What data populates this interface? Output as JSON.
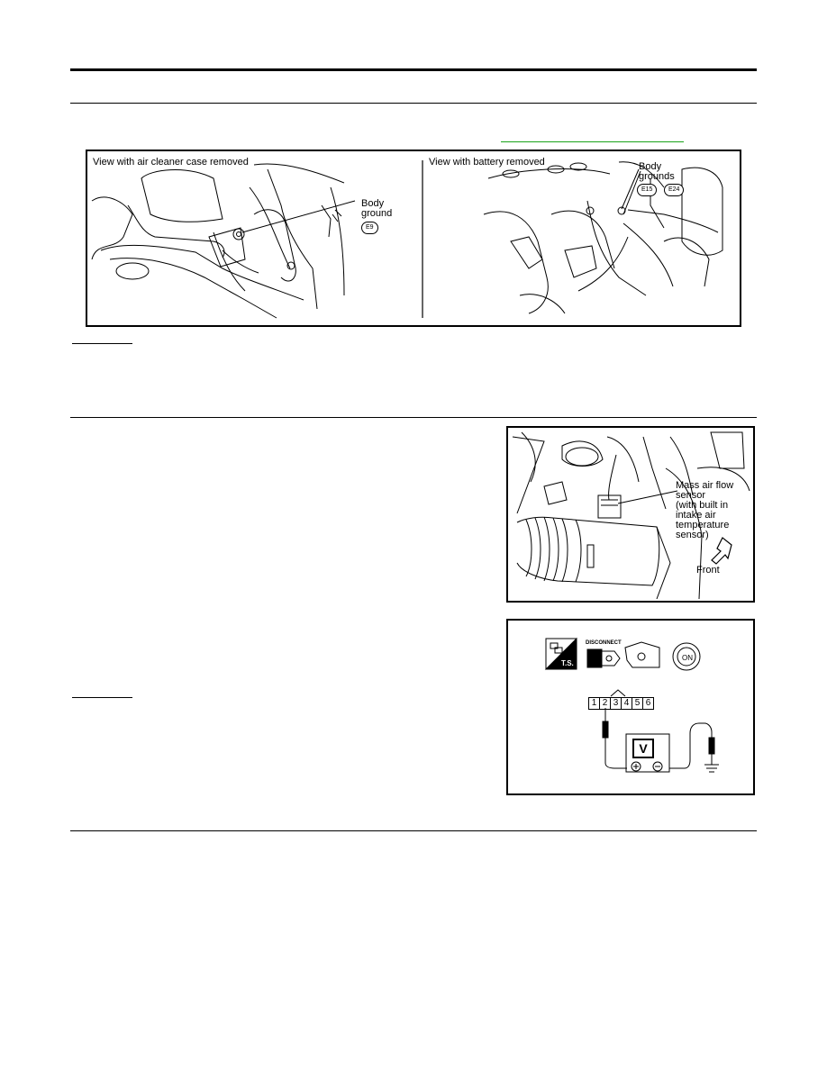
{
  "figure1": {
    "left_caption": "View with air cleaner case removed",
    "left_label_line1": "Body",
    "left_label_line2": "ground",
    "left_connector": "E9",
    "right_caption": "View with battery removed",
    "right_label_line1": "Body",
    "right_label_line2": "grounds",
    "right_connector_1": "E15",
    "right_connector_2": "E24"
  },
  "figure2": {
    "label_line1": "Mass air flow",
    "label_line2": "sensor",
    "label_line3": "(with built in",
    "label_line4": "intake air",
    "label_line5": "temperature",
    "label_line6": "sensor)",
    "front_label": "Front"
  },
  "figure3": {
    "ts_icon_label": "T.S.",
    "disconnect_label": "DISCONNECT",
    "on_label": "ON",
    "pins": [
      "1",
      "2",
      "3",
      "4",
      "5",
      "6"
    ],
    "meter_label": "V",
    "plus_symbol": "⊕",
    "minus_symbol": "⊖"
  }
}
